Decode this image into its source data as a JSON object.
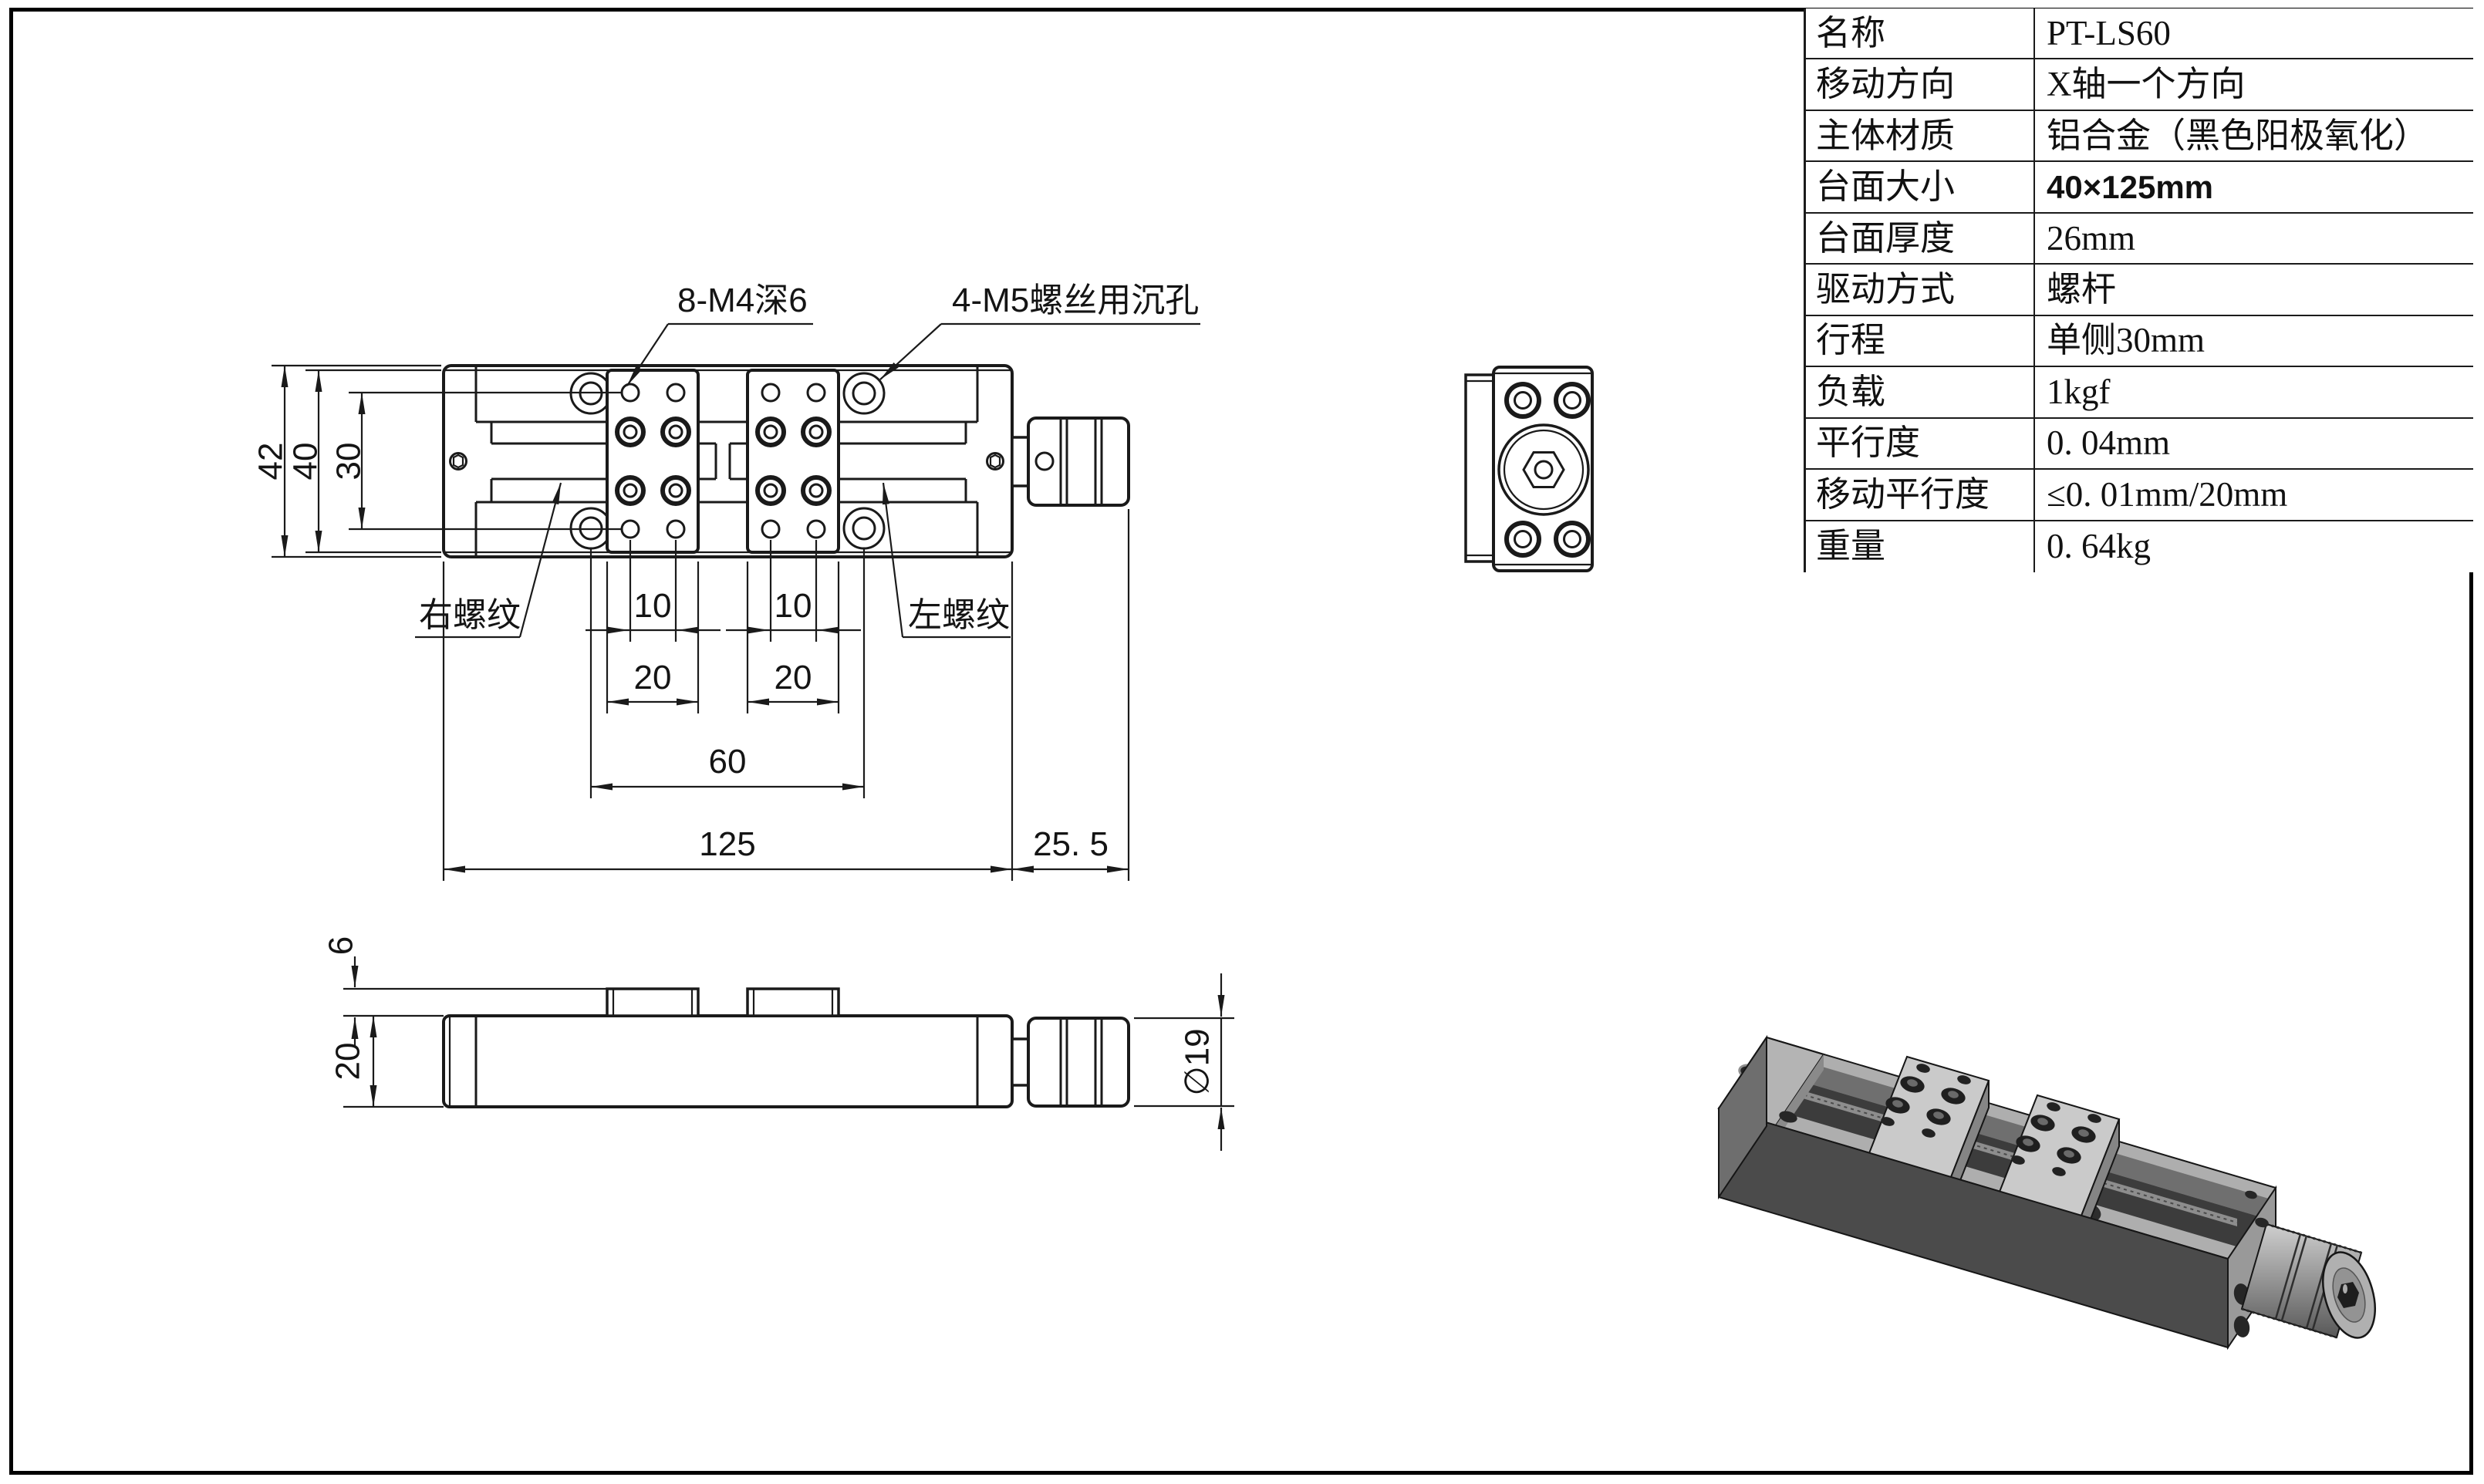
{
  "sheet": {
    "background": "#ffffff",
    "border_color": "#000000",
    "accent_line_color": "#1a1a1a"
  },
  "spec_table": {
    "rows": [
      {
        "label": "名称",
        "value": "PT-LS60"
      },
      {
        "label": "移动方向",
        "value": "X轴一个方向"
      },
      {
        "label": "主体材质",
        "value": "铝合金（黑色阳极氧化）"
      },
      {
        "label": "台面大小",
        "value": "40×125mm"
      },
      {
        "label": "台面厚度",
        "value": "26mm"
      },
      {
        "label": "驱动方式",
        "value": "螺杆"
      },
      {
        "label": "行程",
        "value": "单侧30mm"
      },
      {
        "label": "负载",
        "value": "1kgf"
      },
      {
        "label": "平行度",
        "value": "0. 04mm"
      },
      {
        "label": "移动平行度",
        "value": "≤0. 01mm/20mm"
      },
      {
        "label": "重量",
        "value": "0. 64kg"
      }
    ]
  },
  "top_view": {
    "callouts": {
      "m4": "8-M4深6",
      "m5": "4-M5螺丝用沉孔"
    },
    "labels": {
      "right_thread": "右螺纹",
      "left_thread": "左螺纹"
    },
    "dims": {
      "d42": "42",
      "d40": "40",
      "d30": "30",
      "d10a": "10",
      "d10b": "10",
      "d20a": "20",
      "d20b": "20",
      "d60": "60",
      "d125": "125",
      "d25_5": "25. 5"
    }
  },
  "bottom_view": {
    "dims": {
      "d6": "6",
      "d20": "20",
      "d19": "∅19"
    }
  }
}
